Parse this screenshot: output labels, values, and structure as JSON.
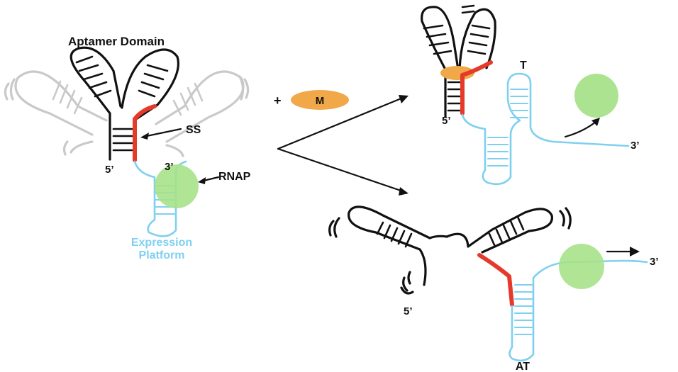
{
  "labels": {
    "aptamer_domain": "Aptamer Domain",
    "ss": "SS",
    "rnap": "RNAP",
    "five_prime": "5’",
    "three_prime": "3’",
    "expression": "Expression",
    "platform": "Platform",
    "plus": "+",
    "metabolite": "M",
    "terminator": "T",
    "antiterminator": "AT"
  },
  "colors": {
    "rna": "#111111",
    "ghost": "#c9c9c9",
    "expression_platform": "#7fd0f0",
    "switching_sequence": "#e53a2a",
    "rnap": "#a6e28a",
    "metabolite": "#f0a848"
  }
}
